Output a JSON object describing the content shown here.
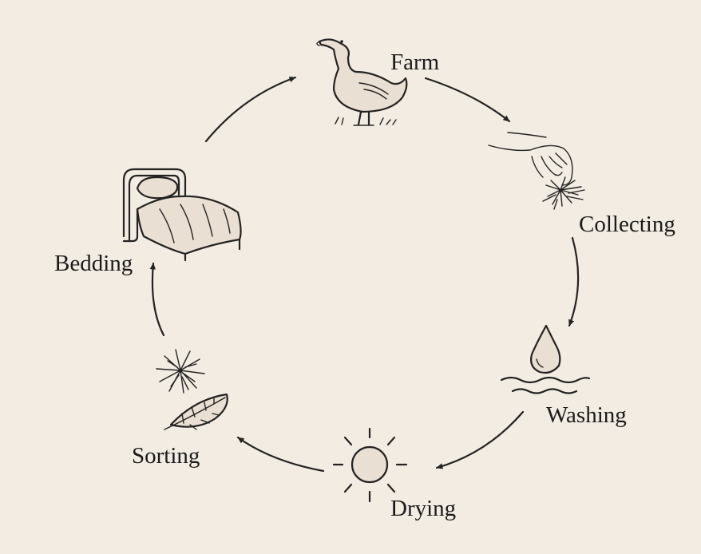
{
  "diagram": {
    "type": "cycle",
    "stages": [
      {
        "label": "Farm",
        "icon": "duck-icon"
      },
      {
        "label": "Collecting",
        "icon": "hand-plucking-down-icon"
      },
      {
        "label": "Washing",
        "icon": "water-drop-icon"
      },
      {
        "label": "Drying",
        "icon": "sun-icon"
      },
      {
        "label": "Sorting",
        "icon": "feather-and-down-icon"
      },
      {
        "label": "Bedding",
        "icon": "bed-icon"
      }
    ],
    "direction": "clockwise"
  },
  "colors": {
    "background": "#f3ece3",
    "ink": "#232323"
  }
}
